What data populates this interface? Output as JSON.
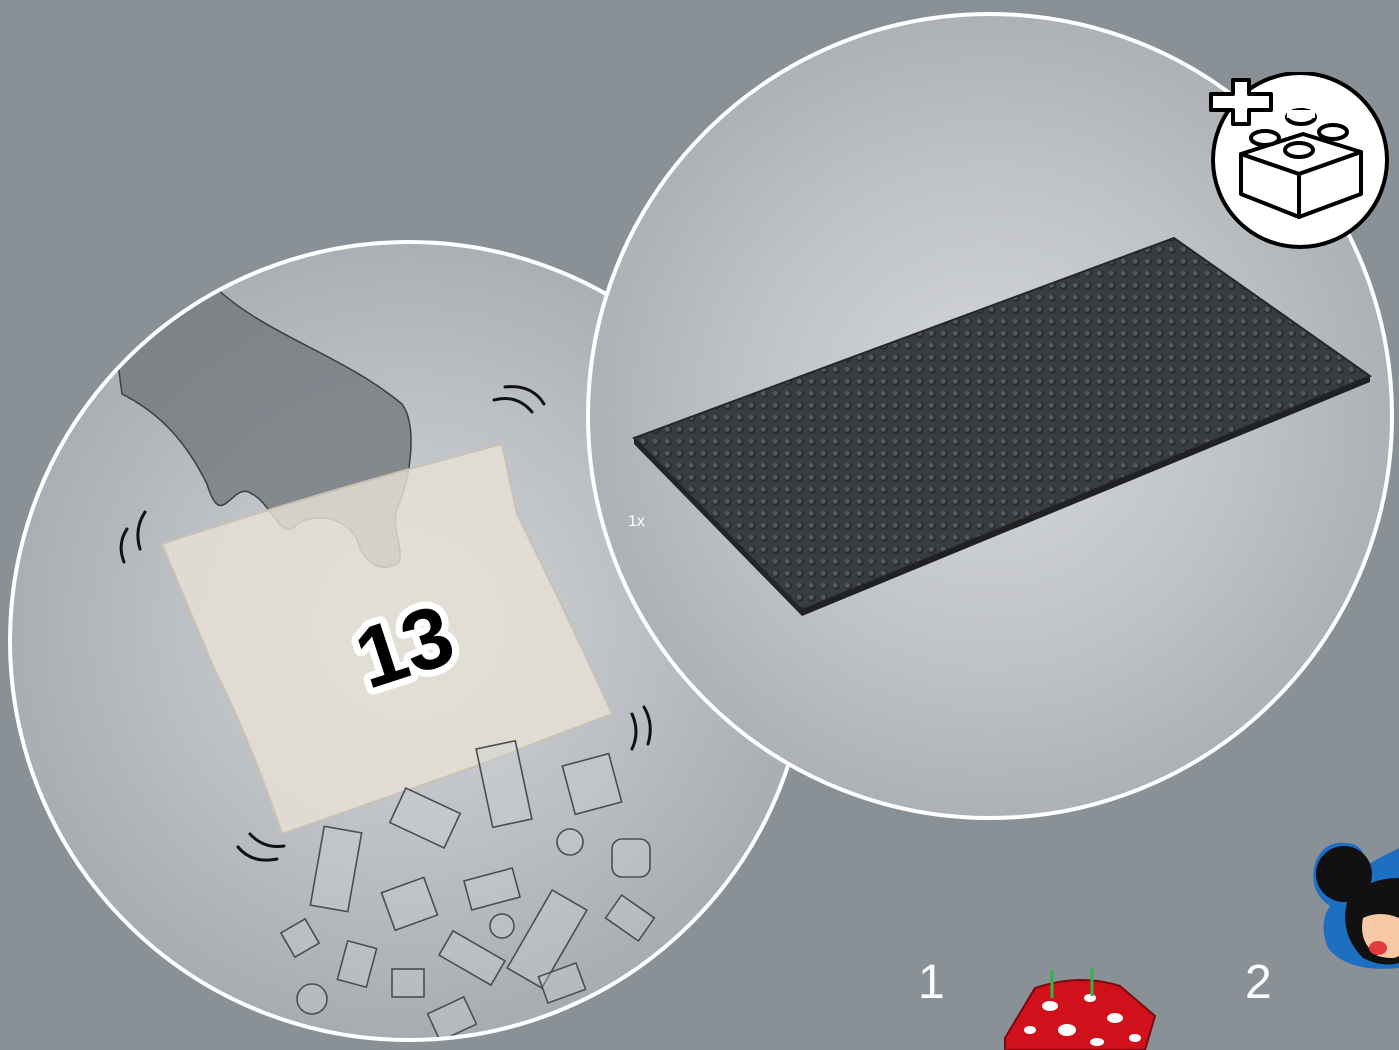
{
  "bag": {
    "number": "13"
  },
  "part_callout": {
    "quantity": "1x"
  },
  "steps": {
    "first": "1",
    "second": "2"
  },
  "icons": [
    "extra-bricks-icon",
    "mickey-mouse-icon",
    "hand-icon"
  ],
  "colors": {
    "background": "#8a9196",
    "baseplate": "#3a3d40",
    "minnie_red": "#d0111b"
  }
}
